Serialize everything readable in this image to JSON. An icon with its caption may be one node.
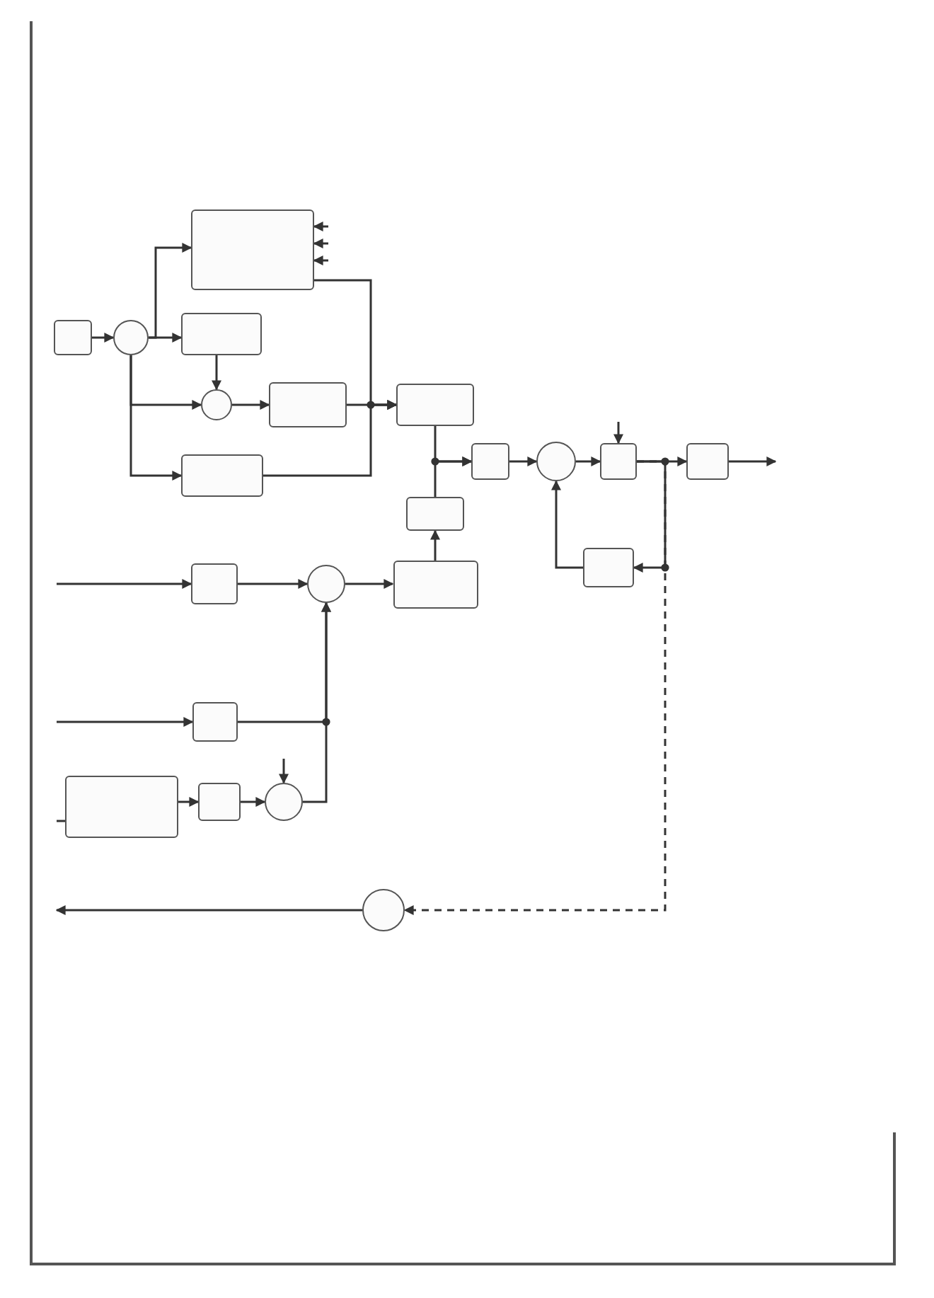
{
  "diagram": {
    "nodes": [
      {
        "text": [],
        "shape": "box"
      },
      {
        "text": [],
        "shape": "box"
      },
      {
        "text": [],
        "shape": "circle"
      },
      {
        "text": [],
        "shape": "box"
      },
      {
        "text": [],
        "shape": "circle"
      },
      {
        "text": [],
        "shape": "box"
      },
      {
        "text": [],
        "shape": "box"
      },
      {
        "text": [],
        "shape": "box"
      },
      {
        "text": [],
        "shape": "box"
      },
      {
        "text": [],
        "shape": "circle"
      },
      {
        "text": [],
        "shape": "box"
      },
      {
        "text": [],
        "shape": "box"
      },
      {
        "text": [],
        "shape": "box"
      },
      {
        "text": [],
        "shape": "box"
      },
      {
        "text": [],
        "shape": "box"
      },
      {
        "text": [],
        "shape": "box"
      },
      {
        "text": [],
        "shape": "circle"
      },
      {
        "text": [],
        "shape": "box"
      },
      {
        "text": [],
        "shape": "box"
      },
      {
        "text": [],
        "shape": "circle"
      },
      {
        "text": [],
        "shape": "box"
      },
      {
        "text": [],
        "shape": "circle"
      }
    ],
    "edges": [
      {
        "from": null,
        "to": 0,
        "arrow": "to"
      },
      {
        "from": null,
        "to": 0,
        "arrow": "to"
      },
      {
        "from": null,
        "to": 0,
        "arrow": "to"
      },
      {
        "from": 1,
        "to": 2,
        "arrow": "to"
      },
      {
        "from": 2,
        "to": 0,
        "arrow": "to"
      },
      {
        "from": 2,
        "to": 3,
        "arrow": "to"
      },
      {
        "from": 2,
        "to": 4,
        "arrow": "to"
      },
      {
        "from": 2,
        "to": 6,
        "arrow": "to"
      },
      {
        "from": 3,
        "to": 4,
        "arrow": "to"
      },
      {
        "from": 4,
        "to": 5,
        "arrow": "to"
      },
      {
        "from": 0,
        "to": 7,
        "arrow": "to"
      },
      {
        "from": 5,
        "to": 7,
        "arrow": "to"
      },
      {
        "from": 6,
        "to": 7,
        "arrow": "to"
      },
      {
        "from": 7,
        "to": 8,
        "arrow": "to"
      },
      {
        "from": 13,
        "to": 8,
        "arrow": "to"
      },
      {
        "from": 14,
        "to": 13,
        "arrow": "to"
      },
      {
        "from": 8,
        "to": 9,
        "arrow": "to"
      },
      {
        "from": 9,
        "to": 10,
        "arrow": "to"
      },
      {
        "from": 10,
        "to": 11,
        "arrow": "to"
      },
      {
        "from": 11,
        "to": null,
        "arrow": "to"
      },
      {
        "from": 10,
        "to": 12,
        "arrow": "to"
      },
      {
        "from": 12,
        "to": 9,
        "arrow": "to"
      },
      {
        "from": 10,
        "to": 21,
        "arrow": "to",
        "style": "dashed"
      },
      {
        "from": 21,
        "to": null,
        "arrow": "to"
      },
      {
        "from": null,
        "to": 15,
        "arrow": "to"
      },
      {
        "from": 15,
        "to": 16,
        "arrow": "to"
      },
      {
        "from": 16,
        "to": 14,
        "arrow": "to"
      },
      {
        "from": null,
        "to": 17,
        "arrow": "to"
      },
      {
        "from": 17,
        "to": 16,
        "arrow": "to"
      },
      {
        "from": 20,
        "to": 18,
        "arrow": "to"
      },
      {
        "from": 18,
        "to": 19,
        "arrow": "to"
      },
      {
        "from": 19,
        "to": 16,
        "arrow": "to"
      },
      {
        "from": null,
        "to": 20,
        "arrow": "none"
      },
      {
        "from": null,
        "to": 19,
        "arrow": "to"
      },
      {
        "from": null,
        "to": 10,
        "arrow": "to"
      }
    ]
  }
}
